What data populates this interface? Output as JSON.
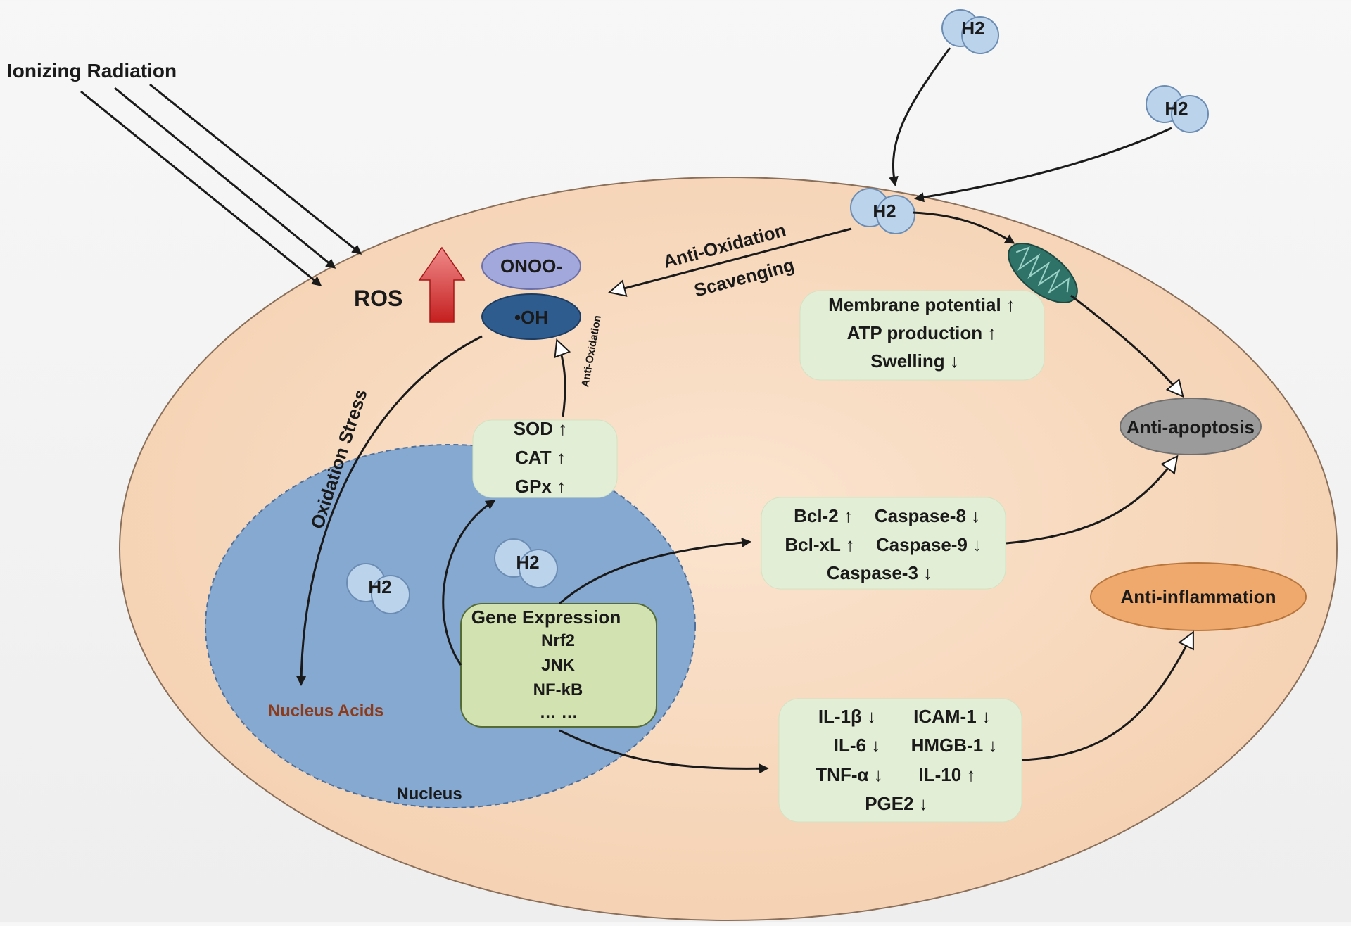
{
  "radiation": {
    "label": "Ionizing Radiation"
  },
  "ros": {
    "label": "ROS"
  },
  "species": {
    "onoo": "ONOO-",
    "oh": "•OH"
  },
  "arrows": {
    "anti_oxidation": "Anti-Oxidation",
    "scavenging": "Scavenging",
    "oxidation_stress": "Oxidation Stress",
    "anti_oxidation_small": "Anti-Oxidation"
  },
  "h2": {
    "label": "H2"
  },
  "enzymes": {
    "items": [
      "SOD ↑",
      "CAT ↑",
      "GPx ↑"
    ]
  },
  "mito_effects": {
    "items": [
      "Membrane potential ↑",
      "ATP production ↑",
      "Swelling ↓"
    ]
  },
  "apoptosis_markers": {
    "row1": [
      "Bcl-2 ↑",
      "Caspase-8 ↓"
    ],
    "row2": [
      "Bcl-xL ↑",
      "Caspase-9 ↓"
    ],
    "row3": "Caspase-3 ↓"
  },
  "inflammation_markers": {
    "row1": [
      "IL-1β ↓",
      "ICAM-1 ↓"
    ],
    "row2": [
      "IL-6 ↓",
      "HMGB-1 ↓"
    ],
    "row3": [
      "TNF-α ↓",
      "IL-10 ↑"
    ],
    "row4": "PGE2 ↓"
  },
  "gene_expression": {
    "title": "Gene Expression",
    "items": [
      "Nrf2",
      "JNK",
      "NF-kB",
      "… …"
    ]
  },
  "nucleus": {
    "label": "Nucleus",
    "acids_label": "Nucleus Acids"
  },
  "outcomes": {
    "anti_apoptosis": "Anti-apoptosis",
    "anti_inflammation": "Anti-inflammation"
  },
  "colors": {
    "cell": "#f8dcc2",
    "nucleus": "#7fa3cc",
    "box": "#e3efd7",
    "gene_box": "#d4e3b2",
    "h2": "#bcd3ec",
    "onoo": "#9a9fd6",
    "oh": "#2f5c8f",
    "mito": "#2a6b62",
    "ros_arrow": "#d23a3a",
    "apoptosis": "#9a9a9a",
    "inflammation": "#f0a86a",
    "nucleus_acids": "#8b3a1a"
  }
}
